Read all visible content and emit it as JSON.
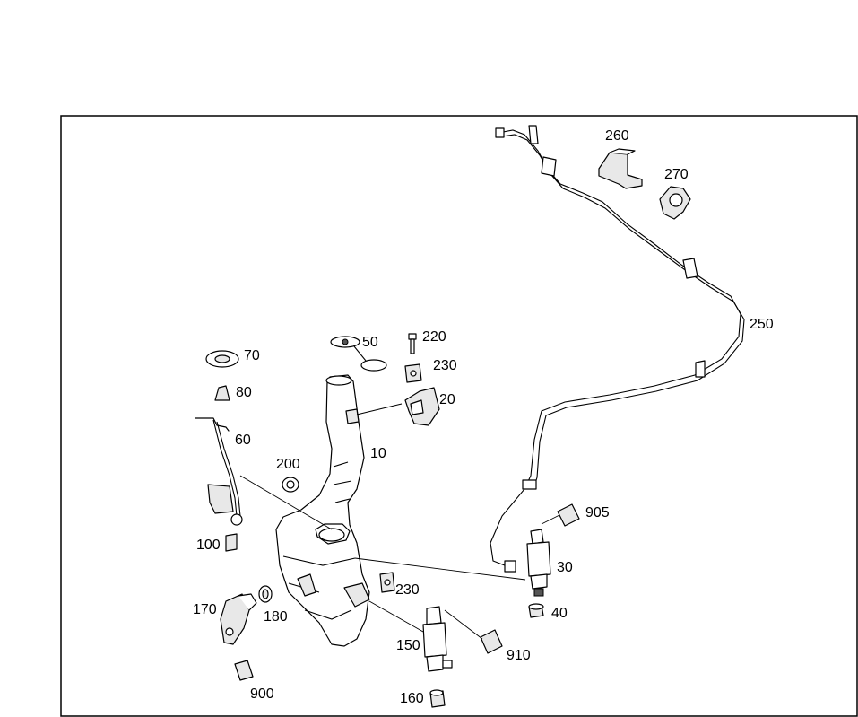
{
  "parts": {
    "p10": "10",
    "p20": "20",
    "p30": "30",
    "p40": "40",
    "p50": "50",
    "p60": "60",
    "p70": "70",
    "p80": "80",
    "p100": "100",
    "p150": "150",
    "p160": "160",
    "p170": "170",
    "p180": "180",
    "p200": "200",
    "p220": "220",
    "p230a": "230",
    "p230b": "230",
    "p250": "250",
    "p260": "260",
    "p270": "270",
    "p900": "900",
    "p905": "905",
    "p910": "910"
  }
}
